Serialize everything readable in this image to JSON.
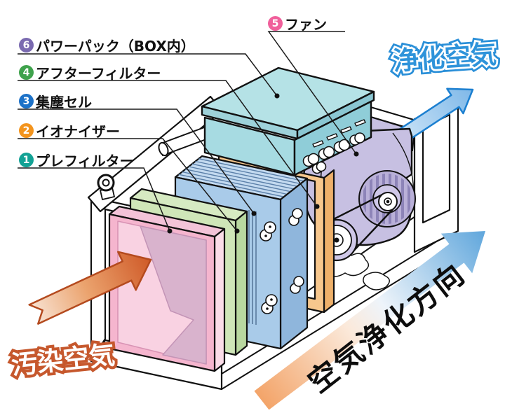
{
  "legend": {
    "items": [
      {
        "num": "6",
        "label": "パワーパック（BOX内）",
        "color": "#7a6ab0"
      },
      {
        "num": "4",
        "label": "アフターフィルター",
        "color": "#3fa24c"
      },
      {
        "num": "3",
        "label": "集塵セル",
        "color": "#1d72c8"
      },
      {
        "num": "2",
        "label": "イオナイザー",
        "color": "#f3941d"
      },
      {
        "num": "1",
        "label": "プレフィルター",
        "color": "#13a295"
      },
      {
        "num": "5",
        "label": "ファン",
        "color": "#f05f9b"
      }
    ]
  },
  "flow_labels": {
    "purified_air": "浄化空気",
    "polluted_air": "汚染空気",
    "direction": "空気浄化方向"
  },
  "colors": {
    "purified_text": "#2a8fd8",
    "polluted_text": "#c6582d",
    "inflow_arrow_head": "#cf5a28",
    "outflow_arrow_stroke": "#1b7fd0",
    "prefilter_pink": "#f5b5ce",
    "ionizer_green": "#cfe6b8",
    "cell_blue": "#a9cbe9",
    "afterfilter_orange": "#f7c78d",
    "fan_purple": "#c7c0e2",
    "powerpack_teal": "#a7dbe2"
  }
}
